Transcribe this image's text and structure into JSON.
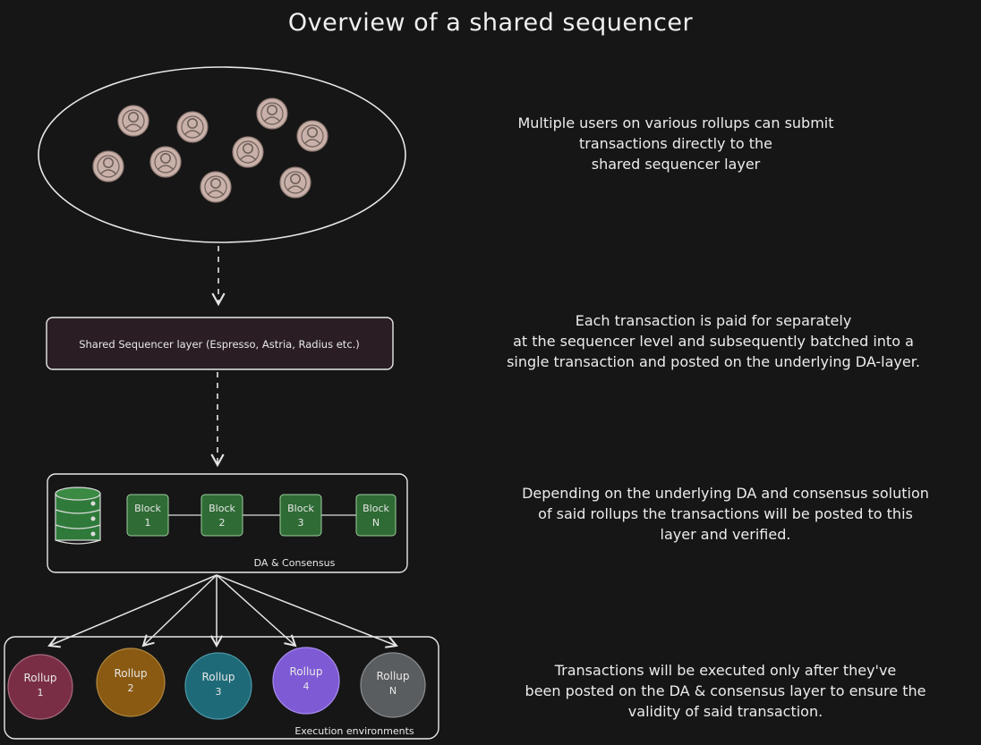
{
  "title": "Overview of a shared sequencer",
  "sequencer": {
    "label": "Shared Sequencer layer (Espresso, Astria, Radius etc.)"
  },
  "da_layer": {
    "label": "DA & Consensus",
    "blocks": [
      {
        "line1": "Block",
        "line2": "1"
      },
      {
        "line1": "Block",
        "line2": "2"
      },
      {
        "line1": "Block",
        "line2": "3"
      },
      {
        "line1": "Block",
        "line2": "N"
      }
    ]
  },
  "execution": {
    "label": "Execution environments",
    "rollups": [
      {
        "line1": "Rollup",
        "line2": "1",
        "color": "#7a2e45"
      },
      {
        "line1": "Rollup",
        "line2": "2",
        "color": "#8a5a12"
      },
      {
        "line1": "Rollup",
        "line2": "3",
        "color": "#1e6a78"
      },
      {
        "line1": "Rollup",
        "line2": "4",
        "color": "#7e5ad4"
      },
      {
        "line1": "Rollup",
        "line2": "N",
        "color": "#5a5d60"
      }
    ]
  },
  "descriptions": [
    {
      "lines": [
        "Multiple users on various rollups can submit",
        "transactions directly to the",
        "shared sequencer layer"
      ]
    },
    {
      "lines": [
        "Each transaction is paid for separately",
        "at the sequencer level and subsequently batched into a",
        "single transaction and posted on the underlying DA-layer."
      ]
    },
    {
      "lines": [
        "Depending on the underlying DA and consensus solution",
        "of said rollups the transactions will be posted to this",
        "layer and verified."
      ]
    },
    {
      "lines": [
        "Transactions will be executed only after they've",
        "been posted on the DA & consensus layer to ensure the",
        "validity of said transaction."
      ]
    }
  ],
  "colors": {
    "background": "#161616",
    "user_icon": "#c9b1a9",
    "block": "#2f6b35",
    "sequencer_box": "#2a1e24",
    "database": "#2f7a3a"
  },
  "icons": {
    "user": "user-icon",
    "database": "database-icon"
  }
}
